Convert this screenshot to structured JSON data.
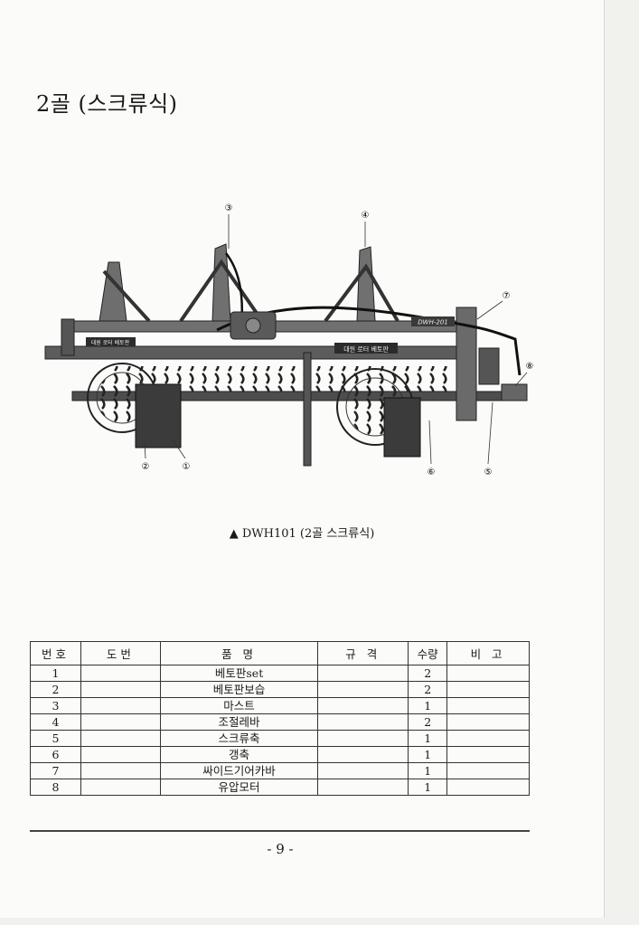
{
  "section_title": "2골 (스크류식)",
  "figure": {
    "caption": "▲ DWH101 (2골 스크류식)",
    "machine_label_mid": "대원 로터 베토판",
    "machine_label_left": "대원 로터 베토판",
    "model_plate": "DWH-201",
    "callouts": [
      "①",
      "②",
      "③",
      "④",
      "⑤",
      "⑥",
      "⑦",
      "⑧"
    ]
  },
  "table": {
    "headers": [
      "번호",
      "도번",
      "품 명",
      "규 격",
      "수량",
      "비 고"
    ],
    "rows": [
      {
        "no": "1",
        "drawing": "",
        "name": "베토판set",
        "spec": "",
        "qty": "2",
        "note": ""
      },
      {
        "no": "2",
        "drawing": "",
        "name": "베토판보습",
        "spec": "",
        "qty": "2",
        "note": ""
      },
      {
        "no": "3",
        "drawing": "",
        "name": "마스트",
        "spec": "",
        "qty": "1",
        "note": ""
      },
      {
        "no": "4",
        "drawing": "",
        "name": "조절레바",
        "spec": "",
        "qty": "2",
        "note": ""
      },
      {
        "no": "5",
        "drawing": "",
        "name": "스크류축",
        "spec": "",
        "qty": "1",
        "note": ""
      },
      {
        "no": "6",
        "drawing": "",
        "name": "갱축",
        "spec": "",
        "qty": "1",
        "note": ""
      },
      {
        "no": "7",
        "drawing": "",
        "name": "싸이드기어카바",
        "spec": "",
        "qty": "1",
        "note": ""
      },
      {
        "no": "8",
        "drawing": "",
        "name": "유압모터",
        "spec": "",
        "qty": "1",
        "note": ""
      }
    ]
  },
  "page_number": "- 9 -"
}
